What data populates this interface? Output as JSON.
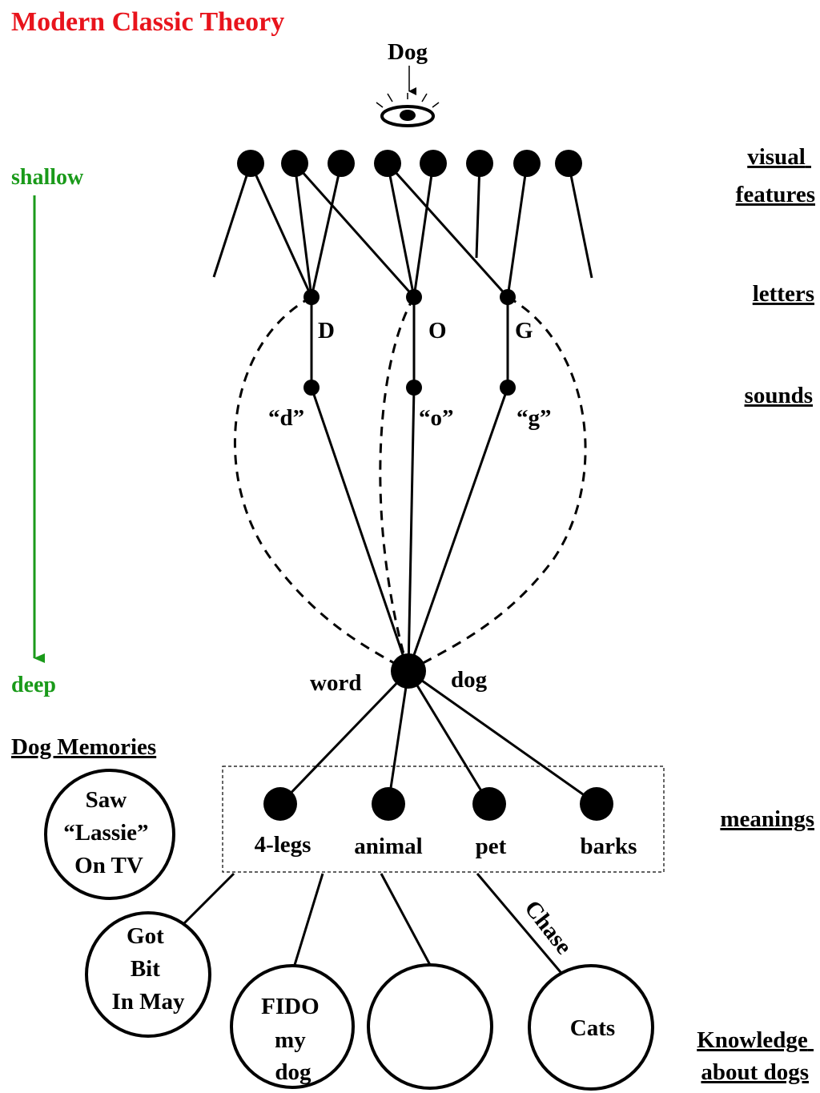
{
  "title": "Modern Classic Theory",
  "stimulus": "Dog",
  "depth_axis": {
    "top": "shallow",
    "bottom": "deep"
  },
  "levels": {
    "visual_features": [
      "visual",
      "features"
    ],
    "letters": "letters",
    "sounds": "sounds",
    "meanings": "meanings",
    "knowledge": [
      "Knowledge",
      "about dogs"
    ]
  },
  "letters": [
    "D",
    "O",
    "G"
  ],
  "sounds": [
    "“d”",
    "“o”",
    "“g”"
  ],
  "word_node": {
    "label": "word",
    "value": "dog"
  },
  "meanings": [
    "4-legs",
    "animal",
    "pet",
    "barks"
  ],
  "memories_heading": "Dog Memories",
  "memories": [
    [
      "Saw",
      "“Lassie”",
      "On TV"
    ],
    [
      "Got",
      "Bit",
      "In May"
    ]
  ],
  "knowledge_nodes": [
    [
      "FIDO",
      "my",
      "dog"
    ],
    [],
    [
      "Cats"
    ]
  ],
  "relation_label": "Chase",
  "colors": {
    "title": "#e8141c",
    "depth": "#1a9a1a",
    "ink": "#000000"
  }
}
